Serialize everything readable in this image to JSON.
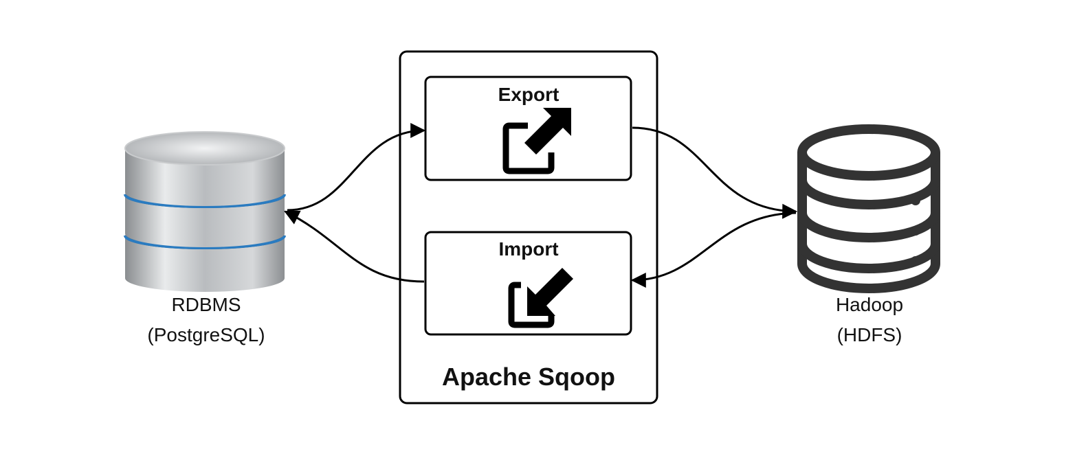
{
  "rdbms": {
    "label": "RDBMS",
    "sublabel": "(PostgreSQL)",
    "icon": "database-icon"
  },
  "hadoop": {
    "label": "Hadoop",
    "sublabel": "(HDFS)",
    "icon": "server-database-icon"
  },
  "sqoop": {
    "title": "Apache Sqoop",
    "export": {
      "label": "Export",
      "icon": "external-link-out-icon"
    },
    "import": {
      "label": "Import",
      "icon": "external-link-in-icon"
    }
  },
  "colors": {
    "stroke": "#000000",
    "hadoop_icon": "#333333",
    "db_ring": "#2a7bc0"
  }
}
